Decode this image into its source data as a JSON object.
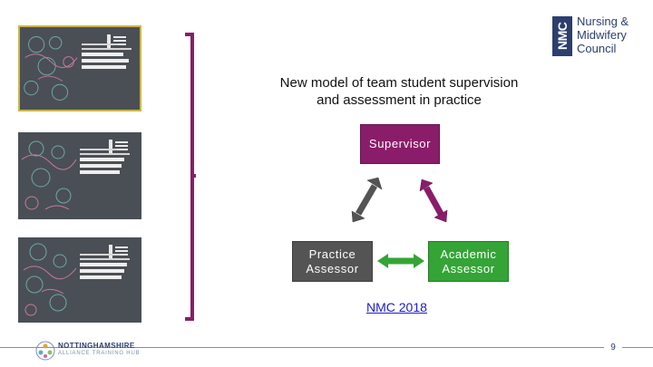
{
  "heading": {
    "line1": "New model of team student supervision",
    "line2": "and assessment in practice"
  },
  "roles": {
    "supervisor": "Supervisor",
    "practice_line1": "Practice",
    "practice_line2": "Assessor",
    "academic_line1": "Academic",
    "academic_line2": "Assessor"
  },
  "reference": "NMC 2018",
  "nmc": {
    "mark": "NMC",
    "line1": "Nursing &",
    "line2": "Midwifery",
    "line3": "Council"
  },
  "footer": {
    "org_line1": "NOTTINGHAMSHIRE",
    "org_line2": "ALLIANCE TRAINING HUB",
    "page_number": "9"
  },
  "colors": {
    "supervisor": "#8a1d6a",
    "practice": "#545454",
    "academic": "#34a436",
    "brand": "#2c3e6e"
  }
}
